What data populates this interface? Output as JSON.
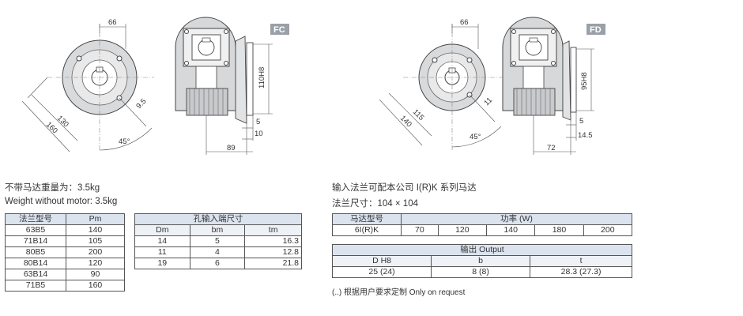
{
  "drawing_fc": {
    "badge": "FC",
    "dims": {
      "d66": "66",
      "d130": "130",
      "d160": "160",
      "d9_5": "9.5",
      "d45": "45°",
      "d110h8": "110H8",
      "d5": "5",
      "d10": "10",
      "d89": "89"
    }
  },
  "drawing_fd": {
    "badge": "FD",
    "dims": {
      "d66": "66",
      "d115": "115",
      "d140": "140",
      "d11": "11",
      "d45": "45°",
      "d95h8": "95H8",
      "d5": "5",
      "d14_5": "14.5",
      "d72": "72"
    }
  },
  "left": {
    "weight_cn": "不带马达重量为：3.5kg",
    "weight_en": "Weight without motor: 3.5kg",
    "flange_table": {
      "headers": [
        "法兰型号",
        "Pm"
      ],
      "rows": [
        [
          "63B5",
          "140"
        ],
        [
          "71B14",
          "105"
        ],
        [
          "80B5",
          "200"
        ],
        [
          "80B14",
          "120"
        ],
        [
          "63B14",
          "90"
        ],
        [
          "71B5",
          "160"
        ]
      ]
    },
    "hole_table": {
      "title": "孔输入端尺寸",
      "headers": [
        "Dm",
        "bm",
        "tm"
      ],
      "rows": [
        [
          "14",
          "5",
          "16.3"
        ],
        [
          "11",
          "4",
          "12.8"
        ],
        [
          "19",
          "6",
          "21.8"
        ]
      ]
    }
  },
  "right": {
    "compat": "输入法兰可配本公司 I(R)K 系列马达",
    "flange_size": "法兰尺寸：104 × 104",
    "motor_table": {
      "col1": "马达型号",
      "col2": "功率 (W)",
      "model": "6I(R)K",
      "powers": [
        "70",
        "120",
        "140",
        "180",
        "200"
      ]
    },
    "output_table": {
      "title": "输出 Output",
      "headers": [
        "D H8",
        "b",
        "t"
      ],
      "row": [
        "25 (24)",
        "8 (8)",
        "28.3 (27.3)"
      ]
    },
    "note": "(..) 根据用户要求定制 Only on request"
  }
}
